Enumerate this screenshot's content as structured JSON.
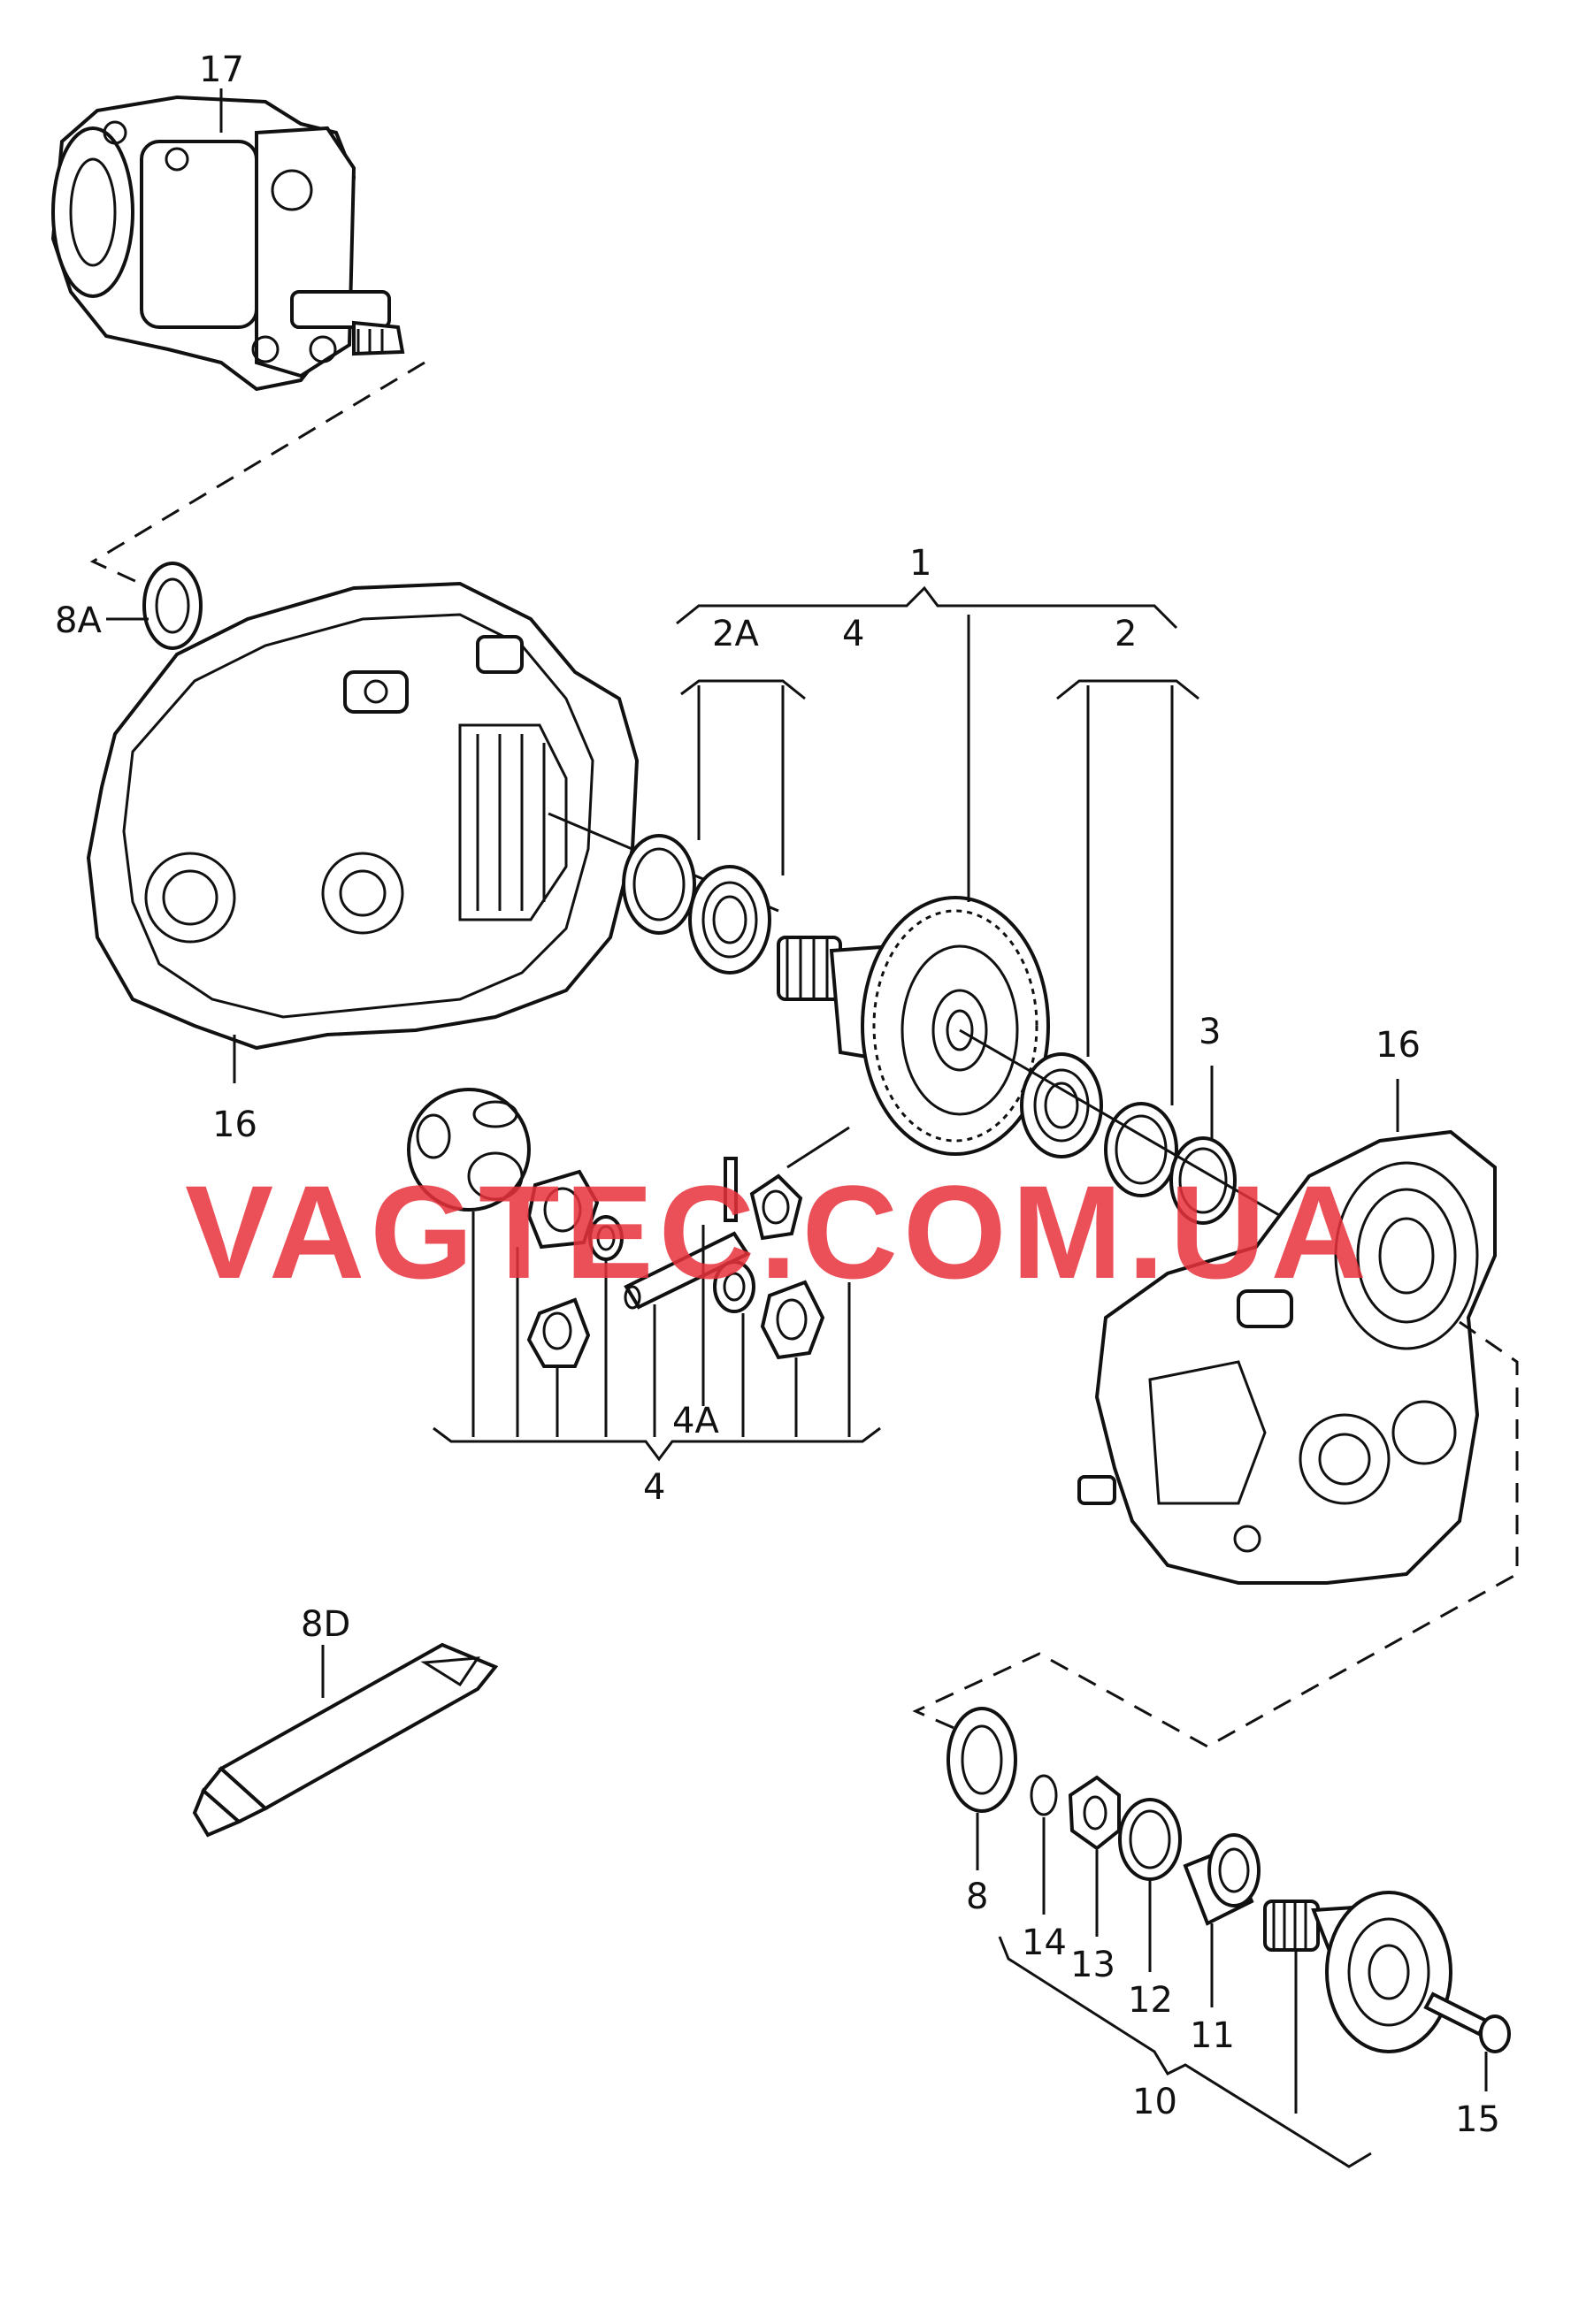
{
  "watermark": {
    "text": "VAGTEC.COM.UA",
    "color": "#e8323c"
  },
  "callouts": {
    "c17": "17",
    "c8A": "8A",
    "c16_left": "16",
    "c1": "1",
    "c2A": "2A",
    "c4_top": "4",
    "c2": "2",
    "c3": "3",
    "c16_right": "16",
    "c4A": "4A",
    "c4_bottom": "4",
    "c8D": "8D",
    "c8": "8",
    "c14": "14",
    "c13": "13",
    "c12": "12",
    "c11": "11",
    "c10": "10",
    "c15": "15"
  }
}
